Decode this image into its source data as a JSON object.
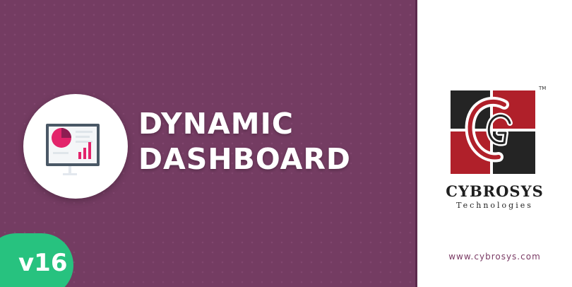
{
  "banner": {
    "title_line1": "DYNAMIC",
    "title_line2": "DASHBOARD",
    "version": "v16",
    "icon": "dashboard-presentation-icon"
  },
  "brand": {
    "name": "CYBROSYS",
    "subtitle": "Technologies",
    "trademark": "TM",
    "website": "www.cybrosys.com",
    "logo": "cybrosys-logo"
  },
  "colors": {
    "banner_bg": "#743c62",
    "accent_green": "#27c27f",
    "logo_red": "#b0202a",
    "logo_dark": "#242424",
    "url_color": "#7a3a64"
  }
}
